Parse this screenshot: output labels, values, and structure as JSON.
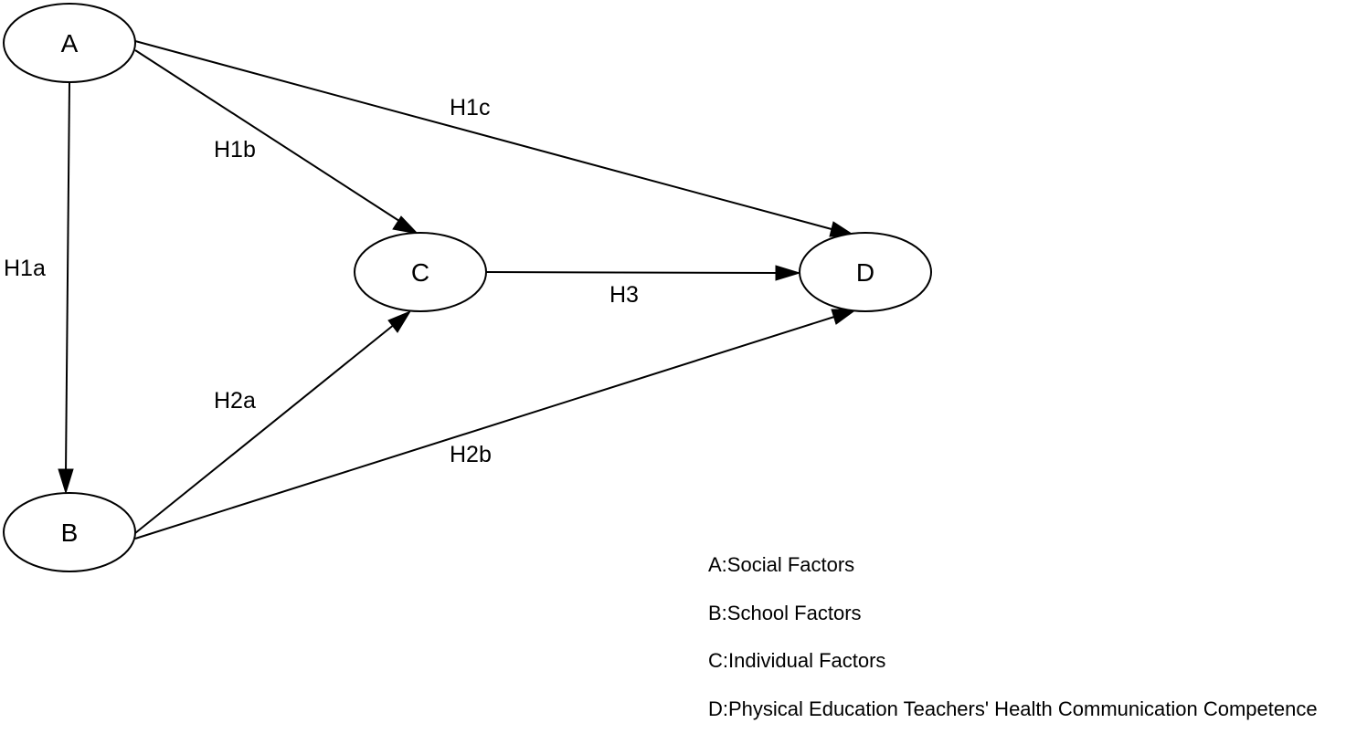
{
  "nodes": [
    {
      "id": "A",
      "label": "A"
    },
    {
      "id": "B",
      "label": "B"
    },
    {
      "id": "C",
      "label": "C"
    },
    {
      "id": "D",
      "label": "D"
    }
  ],
  "edges": [
    {
      "id": "H1a",
      "from": "A",
      "to": "B",
      "label": "H1a"
    },
    {
      "id": "H1b",
      "from": "A",
      "to": "C",
      "label": "H1b"
    },
    {
      "id": "H1c",
      "from": "A",
      "to": "D",
      "label": "H1c"
    },
    {
      "id": "H2a",
      "from": "B",
      "to": "C",
      "label": "H2a"
    },
    {
      "id": "H2b",
      "from": "B",
      "to": "D",
      "label": "H2b"
    },
    {
      "id": "H3",
      "from": "C",
      "to": "D",
      "label": "H3"
    }
  ],
  "legend": [
    "A:Social Factors",
    "B:School Factors",
    "C:Individual Factors",
    "D:Physical Education Teachers' Health Communication Competence"
  ]
}
